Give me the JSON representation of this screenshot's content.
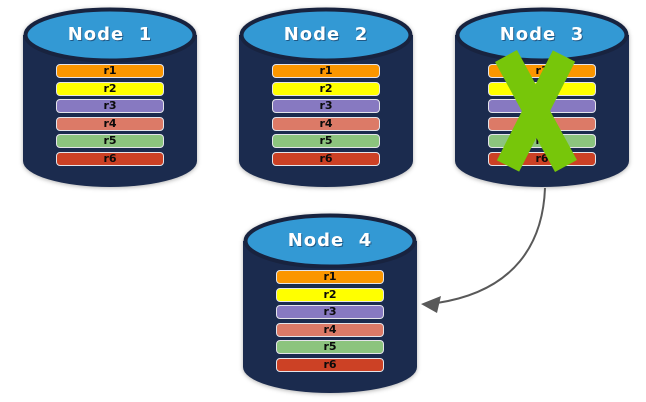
{
  "colors": {
    "background": "#FFFFFF",
    "cylinder_body": "#1B2B4E",
    "cylinder_top": "#3399D4",
    "cylinder_outline": "#18233F",
    "x_mark": "#77C60A",
    "arrow": "#595959"
  },
  "nodes": [
    {
      "id": "node-1",
      "label": "Node  1",
      "failed": false,
      "rows": [
        {
          "label": "r1",
          "color": "#FB9600"
        },
        {
          "label": "r2",
          "color": "#FFFF00"
        },
        {
          "label": "r3",
          "color": "#8779C1"
        },
        {
          "label": "r4",
          "color": "#DC7A67"
        },
        {
          "label": "r5",
          "color": "#8CC47E"
        },
        {
          "label": "r6",
          "color": "#CC4125"
        }
      ]
    },
    {
      "id": "node-2",
      "label": "Node  2",
      "failed": false,
      "rows": [
        {
          "label": "r1",
          "color": "#FB9600"
        },
        {
          "label": "r2",
          "color": "#FFFF00"
        },
        {
          "label": "r3",
          "color": "#8779C1"
        },
        {
          "label": "r4",
          "color": "#DC7A67"
        },
        {
          "label": "r5",
          "color": "#8CC47E"
        },
        {
          "label": "r6",
          "color": "#CC4125"
        }
      ]
    },
    {
      "id": "node-3",
      "label": "Node  3",
      "failed": true,
      "rows": [
        {
          "label": "r1",
          "color": "#FB9600"
        },
        {
          "label": "r2",
          "color": "#FFFF00"
        },
        {
          "label": "r3",
          "color": "#8779C1"
        },
        {
          "label": "r4",
          "color": "#DC7A67"
        },
        {
          "label": "r5",
          "color": "#8CC47E"
        },
        {
          "label": "r6",
          "color": "#CC4125"
        }
      ]
    },
    {
      "id": "node-4",
      "label": "Node  4",
      "failed": false,
      "rows": [
        {
          "label": "r1",
          "color": "#FB9600"
        },
        {
          "label": "r2",
          "color": "#FFFF00"
        },
        {
          "label": "r3",
          "color": "#8779C1"
        },
        {
          "label": "r4",
          "color": "#DC7A67"
        },
        {
          "label": "r5",
          "color": "#8CC47E"
        },
        {
          "label": "r6",
          "color": "#CC4125"
        }
      ]
    }
  ],
  "arrow": {
    "from": "Node 3",
    "to": "Node 4"
  }
}
